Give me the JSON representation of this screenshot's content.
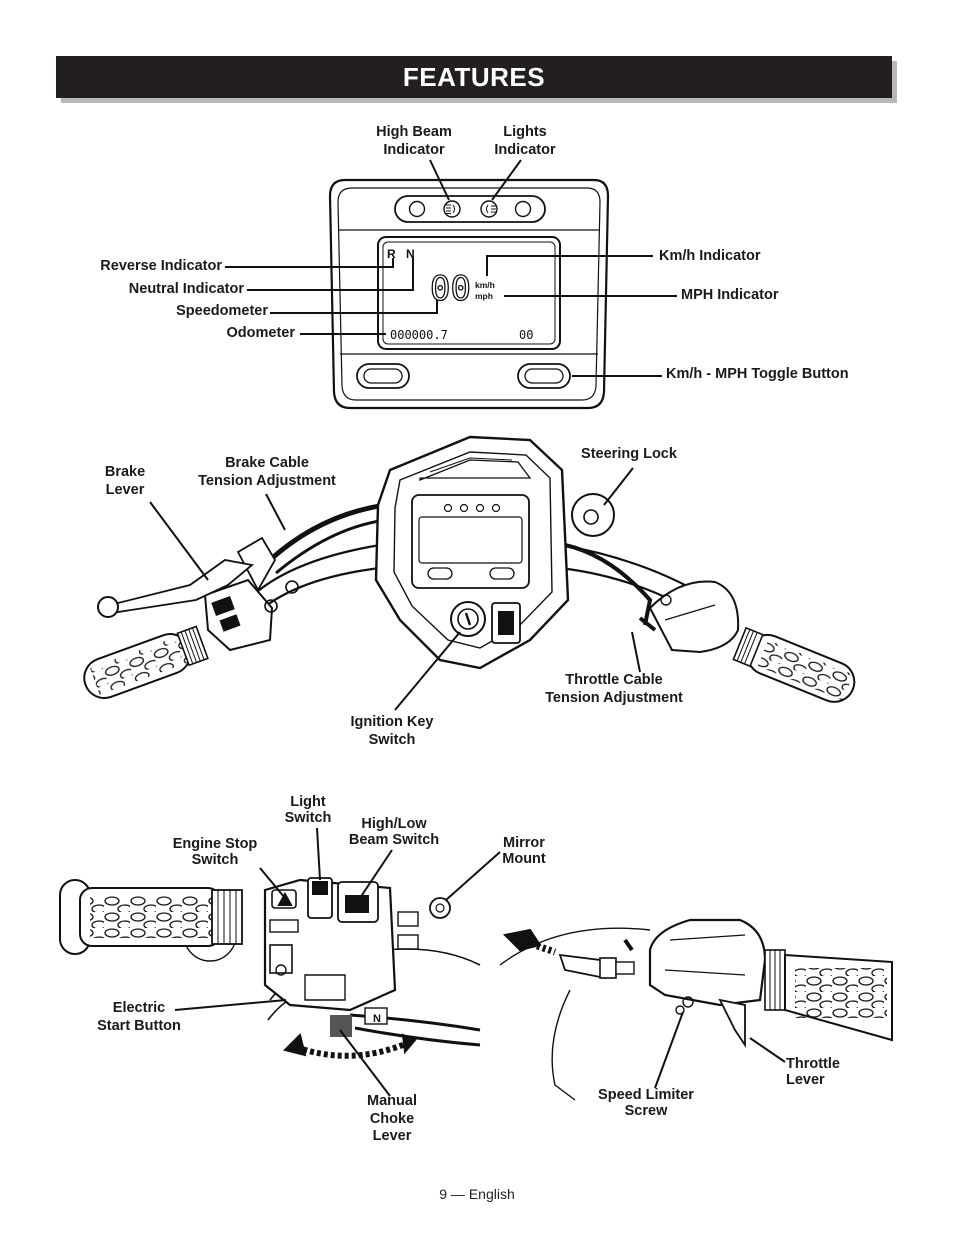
{
  "header": {
    "title": "FEATURES"
  },
  "gauge": {
    "labels": {
      "high_beam": [
        "High Beam",
        "Indicator"
      ],
      "lights": [
        "Lights",
        "Indicator"
      ],
      "reverse": "Reverse Indicator",
      "neutral": "Neutral Indicator",
      "speedometer": "Speedometer",
      "odometer": "Odometer",
      "kmh": "Km/h Indicator",
      "mph": "MPH Indicator",
      "toggle": "Km/h - MPH Toggle Button"
    },
    "display": {
      "reverse_char": "R",
      "neutral_char": "N",
      "speed": "00",
      "kmh_unit": "km/h",
      "mph_unit": "mph",
      "odometer_value": "000000.7",
      "trip_value": "00"
    }
  },
  "handlebar": {
    "labels": {
      "brake_lever": [
        "Brake",
        "Lever"
      ],
      "brake_cable": [
        "Brake Cable",
        "Tension Adjustment"
      ],
      "steering_lock": "Steering Lock",
      "throttle_cable": [
        "Throttle Cable",
        "Tension Adjustment"
      ],
      "ignition": [
        "Ignition Key",
        "Switch"
      ]
    }
  },
  "controls": {
    "labels": {
      "light_switch": [
        "Light",
        "Switch"
      ],
      "engine_stop": [
        "Engine Stop",
        "Switch"
      ],
      "high_low": [
        "High/Low",
        "Beam Switch"
      ],
      "mirror_mount": [
        "Mirror",
        "Mount"
      ],
      "electric_start": [
        "Electric",
        "Start Button"
      ],
      "manual_choke": [
        "Manual",
        "Choke",
        "Lever"
      ],
      "speed_limiter": [
        "Speed Limiter",
        "Screw"
      ],
      "throttle_lever": [
        "Throttle",
        "Lever"
      ]
    },
    "choke_mark": "N"
  },
  "footer": {
    "page": "9 — English"
  }
}
